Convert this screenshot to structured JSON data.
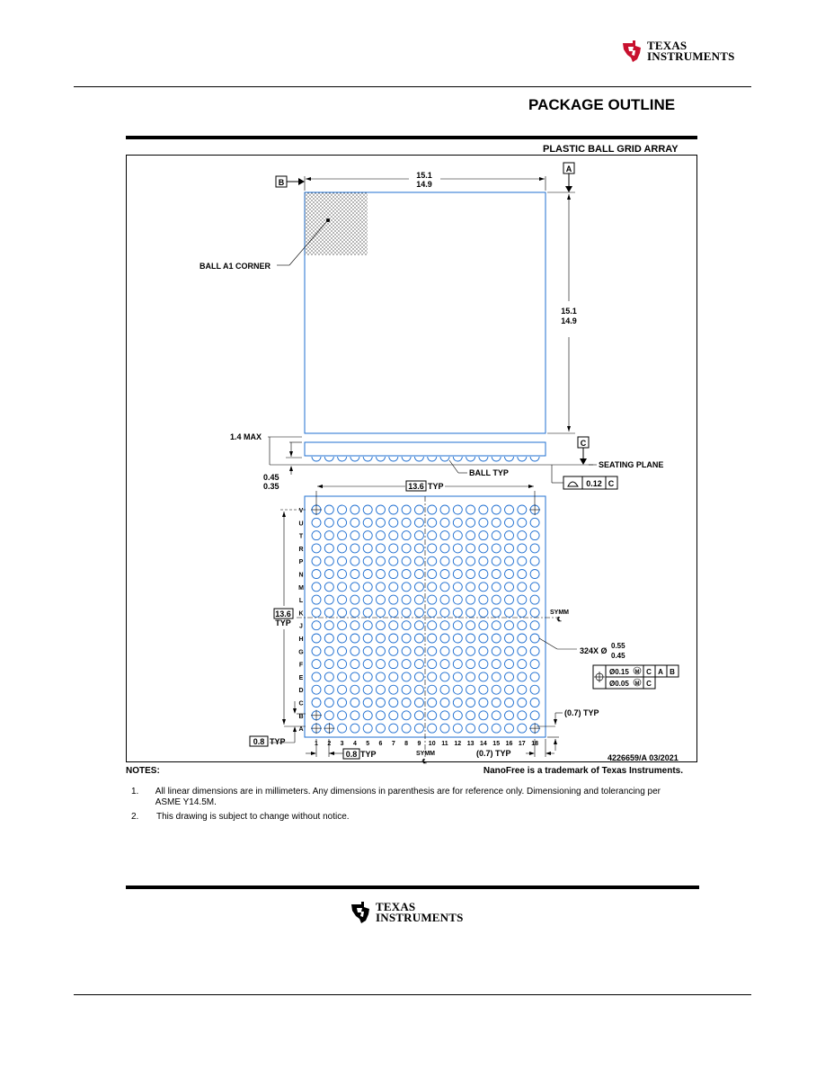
{
  "header": {
    "brand_line1": "TEXAS",
    "brand_line2": "INSTRUMENTS",
    "title": "PACKAGE OUTLINE",
    "package_type": "PLASTIC BALL GRID ARRAY"
  },
  "drawing": {
    "datum_a": "A",
    "datum_b": "B",
    "datum_c": "C",
    "width_max": "15.1",
    "width_min": "14.9",
    "height_max": "15.1",
    "height_min": "14.9",
    "ball_a1_label": "BALL A1 CORNER",
    "max_height": "1.4 MAX",
    "ball_height_max": "0.45",
    "ball_height_min": "0.35",
    "seating_plane": "SEATING PLANE",
    "ball_typ": "BALL TYP",
    "flatness_value": "0.12",
    "span_label": "13.6",
    "typ": "TYP",
    "span_left": "13.6",
    "symm": "SYMM",
    "ball_count": "324X Ø",
    "ball_dia_max": "0.55",
    "ball_dia_min": "0.45",
    "tol1_value": "Ø0.15",
    "tol1_refs": [
      "C",
      "A",
      "B"
    ],
    "tol2_value": "Ø0.05",
    "tol2_refs": [
      "C"
    ],
    "edge_offset": "(0.7) TYP",
    "pitch_left": "0.8",
    "pitch_bottom": "0.8",
    "drawing_id": "4226659/A   03/2021",
    "rows": [
      "V",
      "U",
      "T",
      "R",
      "P",
      "N",
      "M",
      "L",
      "K",
      "J",
      "H",
      "G",
      "F",
      "E",
      "D",
      "C",
      "B",
      "A"
    ],
    "cols": [
      "1",
      "2",
      "3",
      "4",
      "5",
      "6",
      "7",
      "8",
      "9",
      "10",
      "11",
      "12",
      "13",
      "14",
      "15",
      "16",
      "17",
      "18"
    ]
  },
  "notes": {
    "heading": "NOTES:",
    "trademark": "NanoFree is a trademark of Texas Instruments.",
    "items": [
      {
        "num": "1.",
        "text": "All linear dimensions are in millimeters. Any dimensions in parenthesis are for reference only. Dimensioning and tolerancing per ASME Y14.5M."
      },
      {
        "num": "2.",
        "text": "This drawing is subject to change without notice."
      }
    ]
  },
  "footer": {
    "brand_line1": "TEXAS",
    "brand_line2": "INSTRUMENTS"
  }
}
